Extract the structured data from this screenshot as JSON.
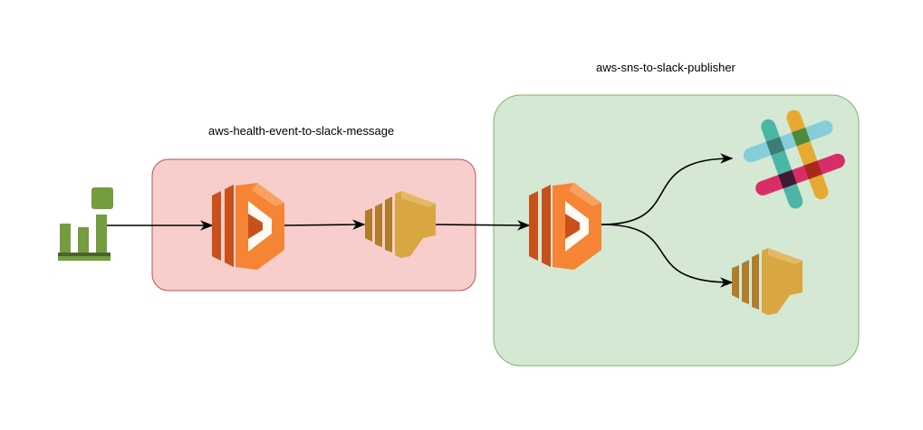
{
  "groups": {
    "red": {
      "label": "aws-health-event-to-slack-message",
      "fill": "#f8cecc",
      "stroke": "#b85450"
    },
    "green": {
      "label": "aws-sns-to-slack-publisher",
      "fill": "#d5e8d4",
      "stroke": "#82b366"
    }
  },
  "nodes": [
    {
      "id": "aws-health",
      "icon": "aws-health-icon"
    },
    {
      "id": "lambda-1",
      "icon": "aws-lambda-icon"
    },
    {
      "id": "sns-1",
      "icon": "aws-sns-icon"
    },
    {
      "id": "lambda-2",
      "icon": "aws-lambda-icon"
    },
    {
      "id": "slack",
      "icon": "slack-icon"
    },
    {
      "id": "sns-2",
      "icon": "aws-sns-icon"
    }
  ],
  "edges": [
    {
      "from": "aws-health",
      "to": "lambda-1"
    },
    {
      "from": "lambda-1",
      "to": "sns-1"
    },
    {
      "from": "sns-1",
      "to": "lambda-2"
    },
    {
      "from": "lambda-2",
      "to": "slack"
    },
    {
      "from": "lambda-2",
      "to": "sns-2"
    }
  ],
  "colors": {
    "lambda_light": "#f58534",
    "lambda_dark": "#c8511b",
    "sns_light": "#d9a741",
    "sns_dark": "#b07d2a",
    "health_green": "#759c3e",
    "health_dark": "#4b612c",
    "slack_teal": "#44b3a3",
    "slack_blue": "#7ccbd9",
    "slack_yellow": "#e8a727",
    "slack_pink": "#d81a5c"
  }
}
